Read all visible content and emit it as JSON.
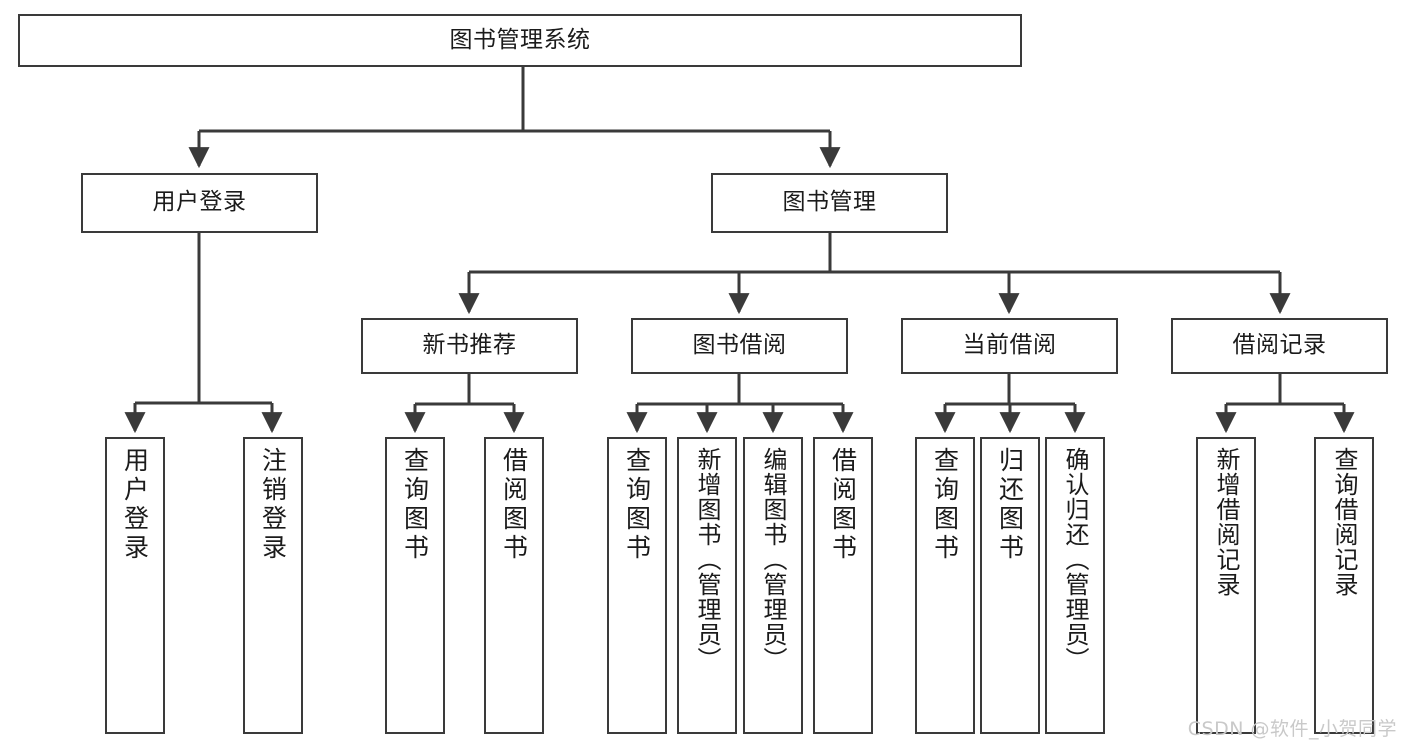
{
  "diagram": {
    "title": "图书管理系统",
    "watermark": "CSDN @软件_小贺同学",
    "colors": {
      "box_border": "#3a3a3a",
      "box_fill": "#ffffff",
      "edge": "#3a3a3a",
      "text": "#1b1b1b",
      "watermark": "#c9c9c9",
      "background": "#ffffff"
    },
    "root": {
      "label": "图书管理系统",
      "orientation": "horizontal"
    },
    "level2": [
      {
        "label": "用户登录",
        "orientation": "horizontal"
      },
      {
        "label": "图书管理",
        "orientation": "horizontal"
      }
    ],
    "level3": [
      {
        "label": "新书推荐",
        "orientation": "horizontal"
      },
      {
        "label": "图书借阅",
        "orientation": "horizontal"
      },
      {
        "label": "当前借阅",
        "orientation": "horizontal"
      },
      {
        "label": "借阅记录",
        "orientation": "horizontal"
      }
    ],
    "leaves": {
      "user_login": [
        {
          "label": "用户登录",
          "orientation": "vertical"
        },
        {
          "label": "注销登录",
          "orientation": "vertical"
        }
      ],
      "new_book_recommend": [
        {
          "label": "查询图书",
          "orientation": "vertical"
        },
        {
          "label": "借阅图书",
          "orientation": "vertical"
        }
      ],
      "book_borrow": [
        {
          "label": "查询图书",
          "orientation": "vertical"
        },
        {
          "label": "新增图书（管理员）",
          "orientation": "vertical"
        },
        {
          "label": "编辑图书（管理员）",
          "orientation": "vertical"
        },
        {
          "label": "借阅图书",
          "orientation": "vertical"
        }
      ],
      "current_borrow": [
        {
          "label": "查询图书",
          "orientation": "vertical"
        },
        {
          "label": "归还图书",
          "orientation": "vertical"
        },
        {
          "label": "确认归还（管理员）",
          "orientation": "vertical"
        }
      ],
      "borrow_record": [
        {
          "label": "新增借阅记录",
          "orientation": "vertical"
        },
        {
          "label": "查询借阅记录",
          "orientation": "vertical"
        }
      ]
    }
  }
}
